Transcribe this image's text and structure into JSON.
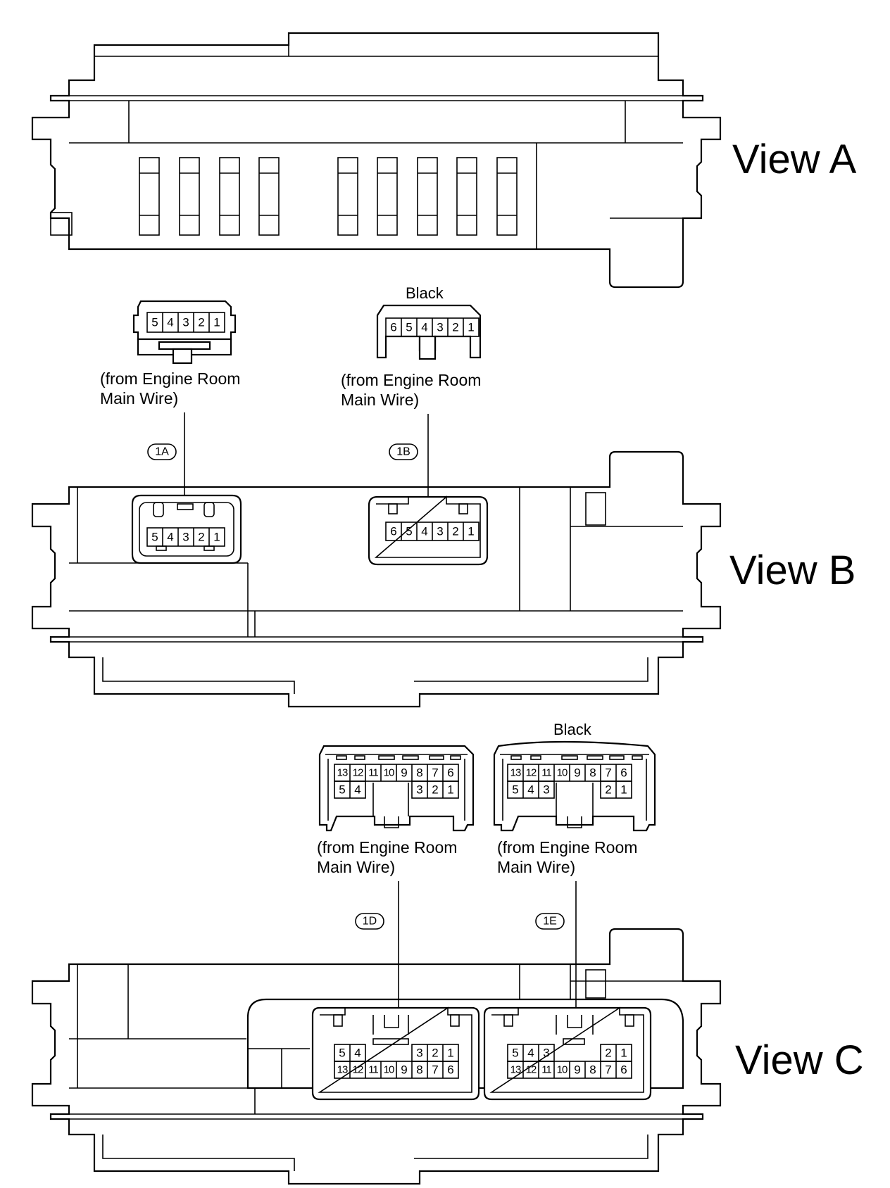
{
  "views": {
    "a": {
      "label": "View A"
    },
    "b": {
      "label": "View B"
    },
    "c": {
      "label": "View C"
    }
  },
  "connectors": {
    "c1a": {
      "code": "1A",
      "color": "",
      "source": [
        "(from Engine Room",
        "Main Wire)"
      ],
      "pins": [
        "5",
        "4",
        "3",
        "2",
        "1"
      ]
    },
    "c1b": {
      "code": "1B",
      "color": "Black",
      "source": [
        "(from Engine Room",
        "Main Wire)"
      ],
      "pins": [
        "6",
        "5",
        "4",
        "3",
        "2",
        "1"
      ]
    },
    "c1d": {
      "code": "1D",
      "color": "",
      "source": [
        "(from Engine Room",
        "Main Wire)"
      ],
      "pins_top": [
        "13",
        "12",
        "11",
        "10",
        "9",
        "8",
        "7",
        "6"
      ],
      "pins_bottom_left": [
        "5",
        "4"
      ],
      "pins_bottom_right": [
        "3",
        "2",
        "1"
      ]
    },
    "c1e": {
      "code": "1E",
      "color": "Black",
      "source": [
        "(from Engine Room",
        "Main Wire)"
      ],
      "pins_top": [
        "13",
        "12",
        "11",
        "10",
        "9",
        "8",
        "7",
        "6"
      ],
      "pins_bottom_left": [
        "5",
        "4",
        "3"
      ],
      "pins_bottom_right": [
        "2",
        "1"
      ]
    }
  }
}
